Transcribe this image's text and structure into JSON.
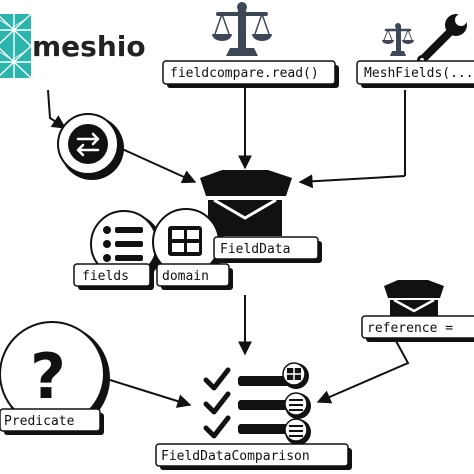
{
  "logo": {
    "text": "meshio"
  },
  "nodes": {
    "fieldcompare_read": "fieldcompare.read()",
    "meshfields": "MeshFields(...",
    "fielddata": "FieldData",
    "fields": "fields",
    "domain": "domain",
    "reference": "reference = ",
    "predicate": "Predicate",
    "fielddatacomparison": "FieldDataComparison"
  },
  "icons": [
    "meshio-logo-icon",
    "balance-scale-icon",
    "balance-scale-icon-small",
    "wrench-icon",
    "swap-arrows-icon",
    "open-box-icon",
    "list-icon",
    "grid-icon",
    "question-mark-icon",
    "checklist-icon"
  ],
  "colors": {
    "logo_teal": "#2bb5ad",
    "ink": "#111111",
    "scale": "#3d4755"
  }
}
